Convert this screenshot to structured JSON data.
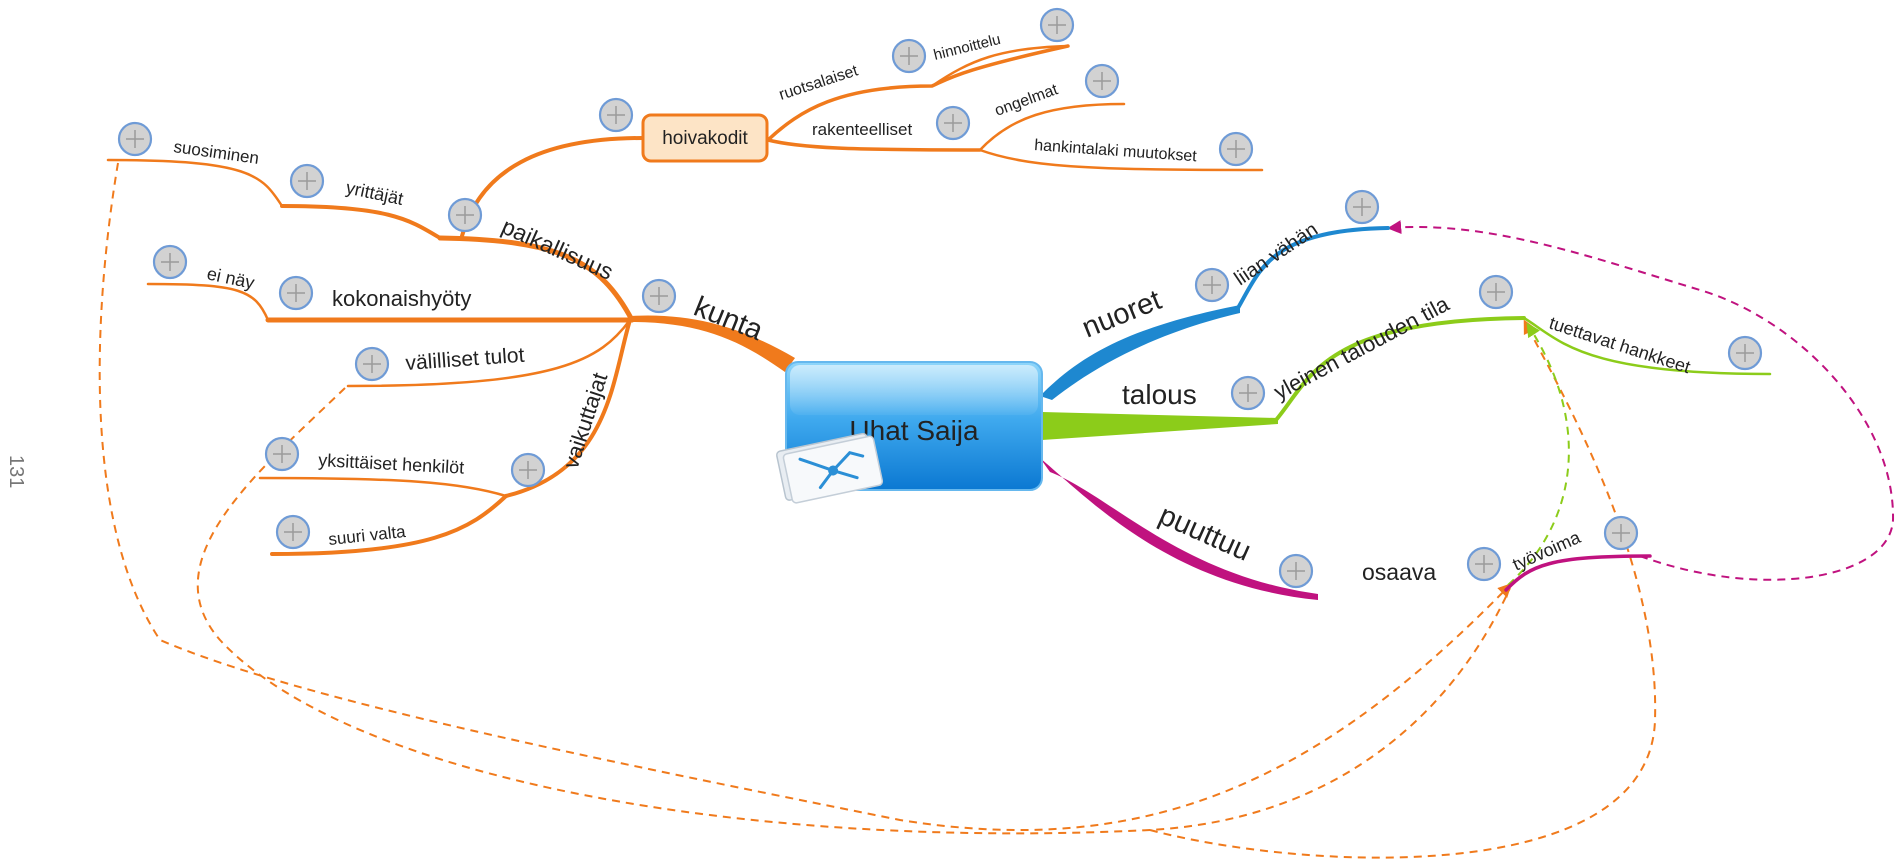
{
  "page_number": "131",
  "center": {
    "label": "Uhat Saija"
  },
  "colors": {
    "kunta": "#f07a1c",
    "nuoret": "#1e88d0",
    "talous": "#8ccc1a",
    "puuttuu": "#c0127f",
    "relation_orange": "#f07a1c",
    "relation_green": "#8ccc1a",
    "relation_magenta": "#c0127f",
    "center_top": "#6cc8f6",
    "center_bottom": "#0e7fd6"
  },
  "topics": {
    "kunta": "kunta",
    "paikallisuus": "paikallisuus",
    "hoivakodit": "hoivakodit",
    "ruotsalaiset": "ruotsalaiset",
    "hinnoittelu": "hinnoittelu",
    "rakenteelliset": "rakenteelliset",
    "ongelmat": "ongelmat",
    "hankintalaki_muutokset": "hankintalaki muutokset",
    "yrittajat": "yrittäjät",
    "suosiminen": "suosiminen",
    "kokonaishyoty": "kokonaishyöty",
    "ei_nay": "ei näy",
    "valilliset_tulot": "välilliset tulot",
    "vaikuttajat": "vaikuttajat",
    "yksittaiset_henkilot": "yksittäiset henkilöt",
    "suuri_valta": "suuri valta",
    "nuoret": "nuoret",
    "liian_vahan": "liian vähän",
    "talous": "talous",
    "yleinen_talouden_tila": "yleinen talouden tila",
    "tuettavat_hankkeet": "tuettavat hankkeet",
    "puuttuu": "puuttuu",
    "osaava": "osaava",
    "tyovoima": "työvoima"
  }
}
